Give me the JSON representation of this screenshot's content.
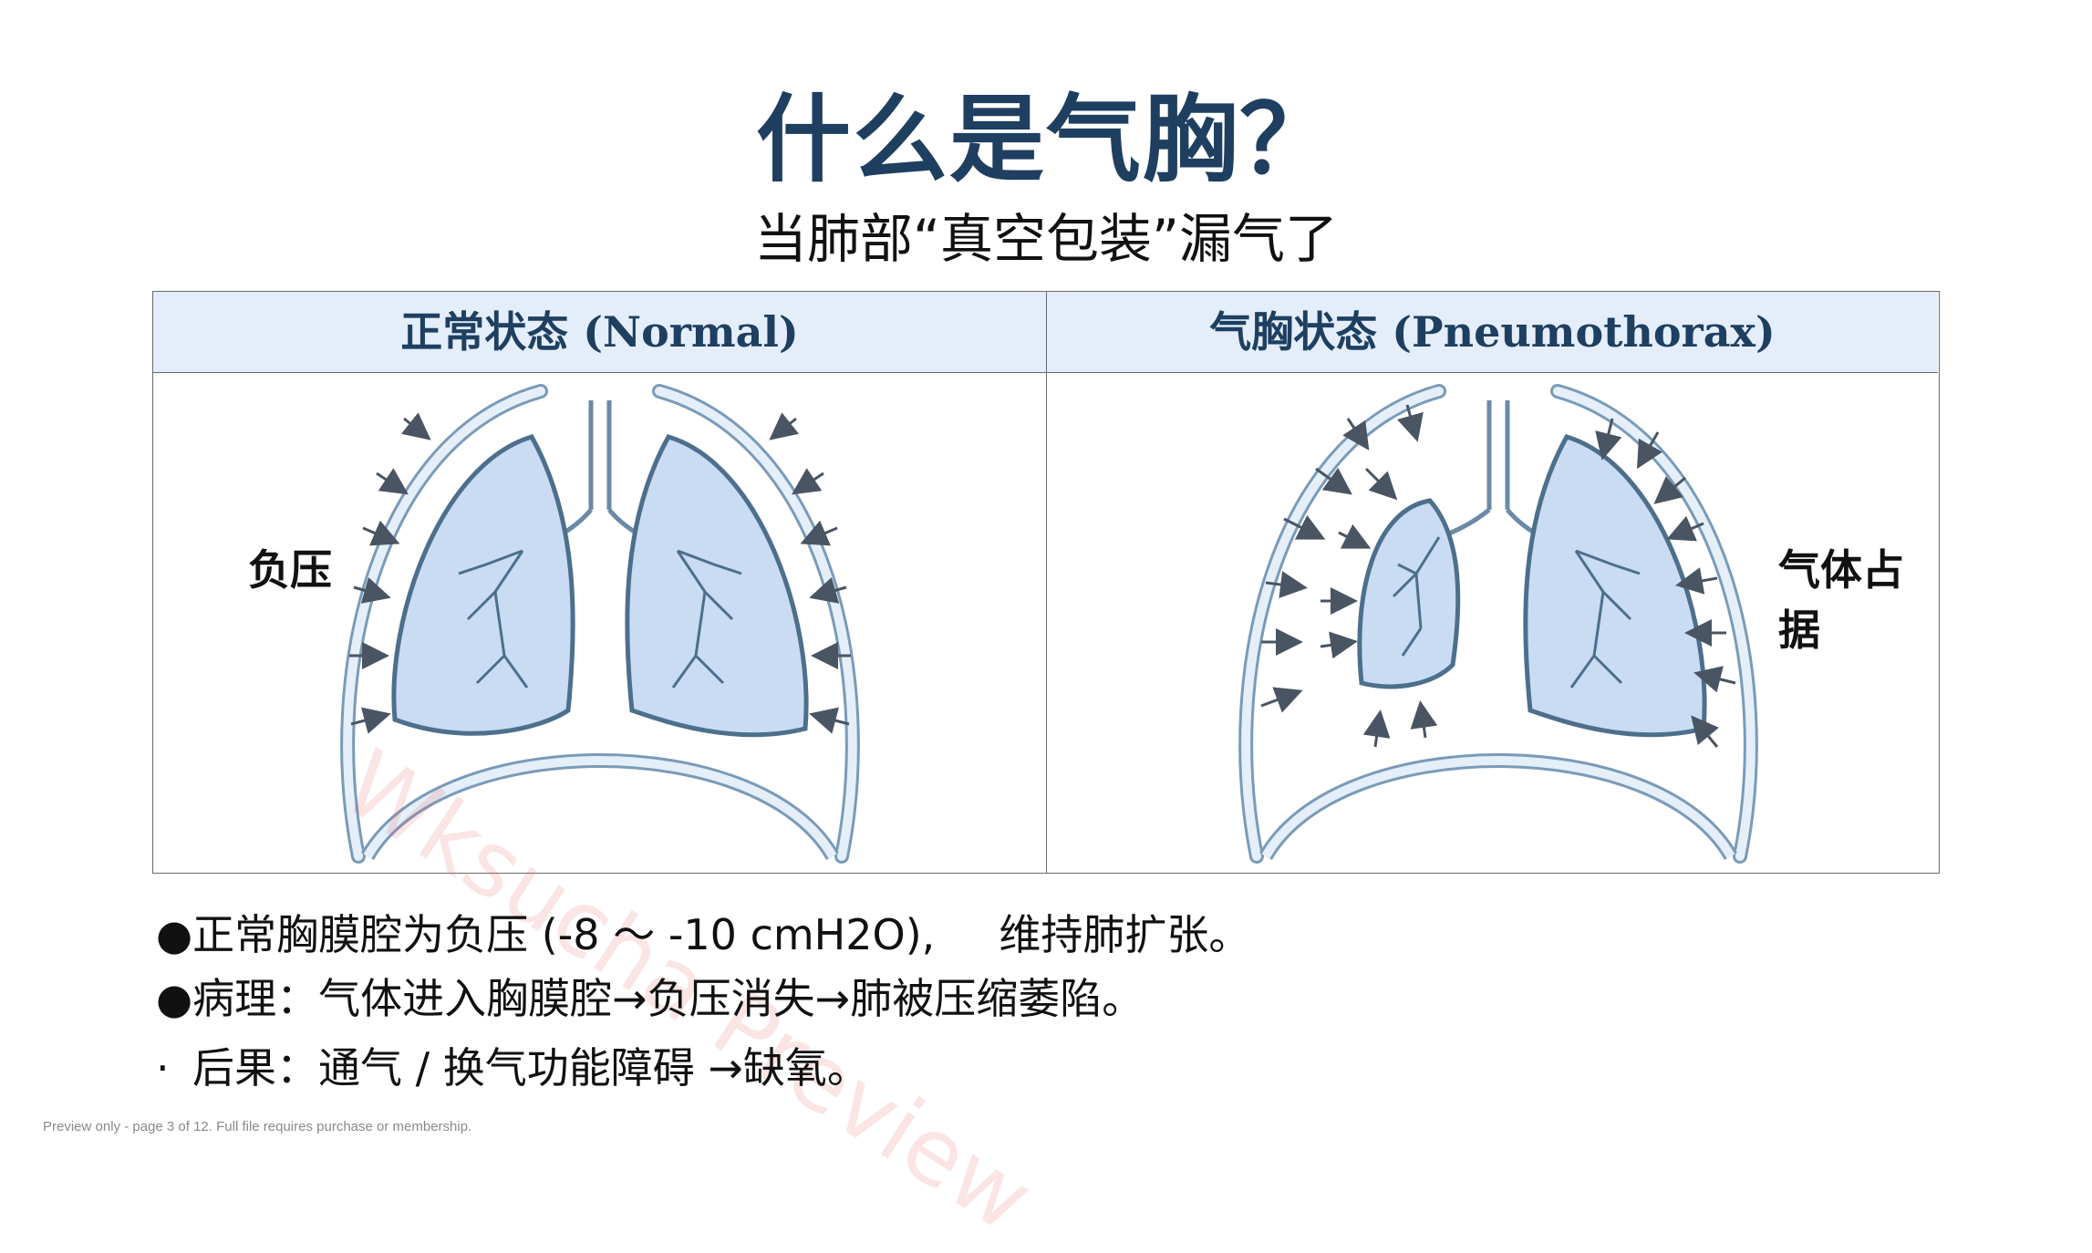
{
  "page": {
    "title": "什么是气胸？",
    "subtitle": "当肺部“真空包装”漏气了"
  },
  "comparison": {
    "normal": {
      "header": "正常状态 (Normal)",
      "side_label": "负压"
    },
    "pneumothorax": {
      "header": "气胸状态 (Pneumothorax)",
      "side_label": "气体占据"
    }
  },
  "bullets": [
    {
      "marker": "●",
      "text": "正常胸膜腔为负压 (-8 ～ -10 cmH2O),",
      "text_b": "维持肺扩张。"
    },
    {
      "marker": "●",
      "text": "病理：气体进入胸膜腔→负压消失→肺被压缩萎陷。"
    },
    {
      "marker": "·",
      "text": "后果：通气 / 换气功能障碍 →缺氧。"
    }
  ],
  "footer": "Preview only - page 3 of 12. Full file requires purchase or membership.",
  "watermark": "Wksucha Preview",
  "colors": {
    "title": "#1f3f60",
    "header_bg": "#e3eefa",
    "lung_fill": "#c9dcf3",
    "lung_stroke": "#4d6f8c",
    "arrow": "#4a5563"
  }
}
